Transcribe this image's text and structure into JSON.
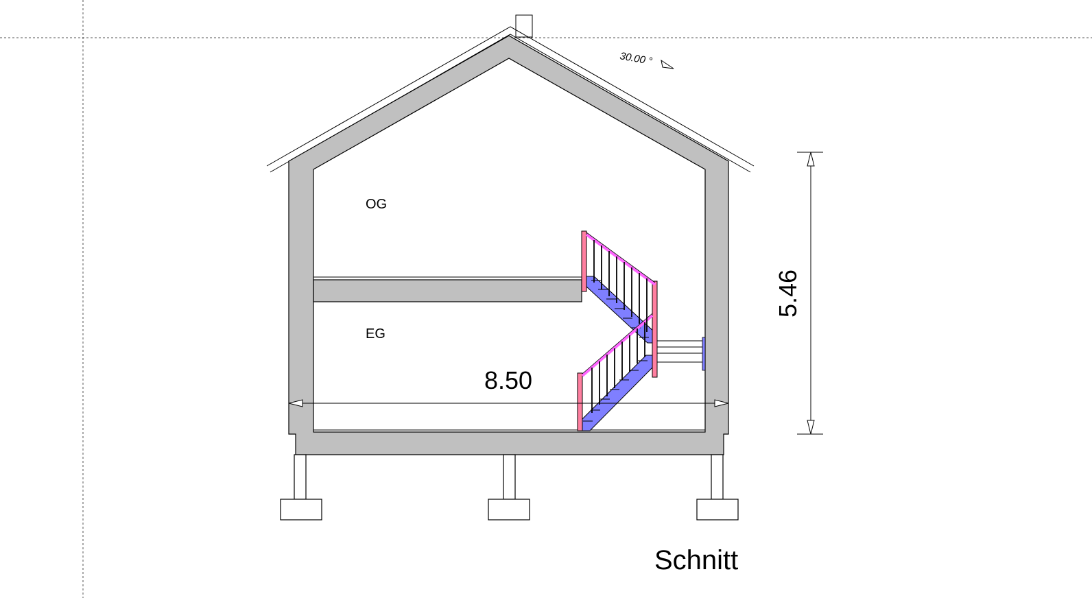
{
  "drawing": {
    "title": "Schnitt",
    "rooms": {
      "upper": "OG",
      "ground": "EG"
    },
    "dimensions": {
      "width": "8.50",
      "height": "5.46"
    },
    "roof_angle": "30.00 °",
    "colors": {
      "wall_section": "#c0c0c0",
      "stair_flight": "#7f7fff",
      "railing": "#ff7fa0",
      "handrail": "#ff66ff",
      "line": "#000000",
      "guide_line": "#555555"
    }
  }
}
